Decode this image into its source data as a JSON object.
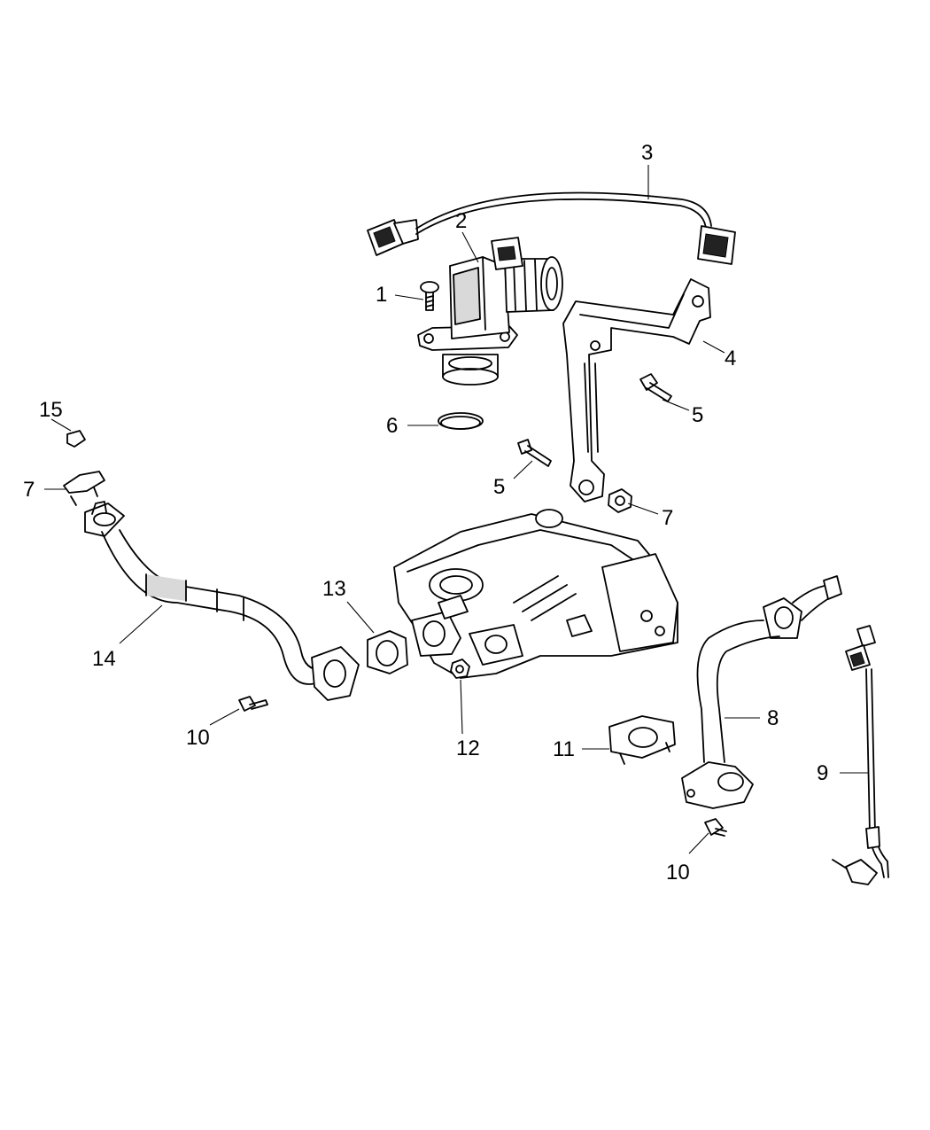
{
  "callouts": [
    {
      "id": "c1",
      "text": "1"
    },
    {
      "id": "c2",
      "text": "2"
    },
    {
      "id": "c3",
      "text": "3"
    },
    {
      "id": "c4",
      "text": "4"
    },
    {
      "id": "c5a",
      "text": "5"
    },
    {
      "id": "c5b",
      "text": "5"
    },
    {
      "id": "c6",
      "text": "6"
    },
    {
      "id": "c7a",
      "text": "7"
    },
    {
      "id": "c7b",
      "text": "7"
    },
    {
      "id": "c8",
      "text": "8"
    },
    {
      "id": "c9",
      "text": "9"
    },
    {
      "id": "c10a",
      "text": "10"
    },
    {
      "id": "c10b",
      "text": "10"
    },
    {
      "id": "c11",
      "text": "11"
    },
    {
      "id": "c12",
      "text": "12"
    },
    {
      "id": "c13",
      "text": "13"
    },
    {
      "id": "c14",
      "text": "14"
    },
    {
      "id": "c15",
      "text": "15"
    }
  ]
}
